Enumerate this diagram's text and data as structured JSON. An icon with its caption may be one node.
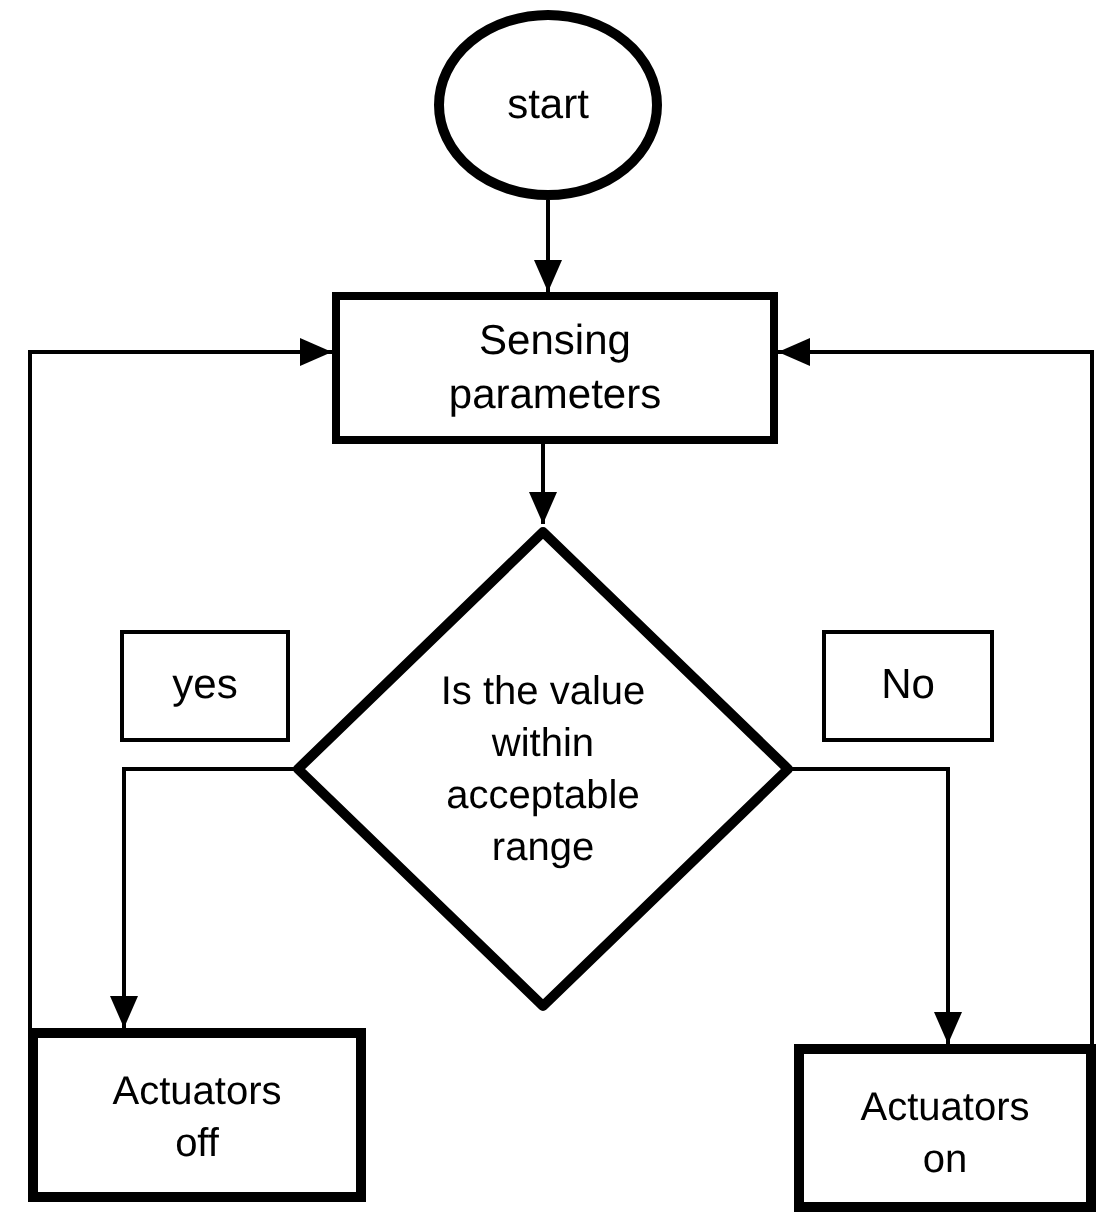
{
  "diagram": {
    "nodes": [
      {
        "text": [
          "start"
        ]
      },
      {
        "text": [
          "Sensing parameters"
        ]
      },
      {
        "text": [
          "yes"
        ]
      },
      {
        "text": [
          "Is the value within acceptable range"
        ]
      },
      {
        "text": [
          "No"
        ]
      },
      {
        "text": [
          "Actuators off"
        ]
      },
      {
        "text": [
          "Actuators on"
        ]
      }
    ],
    "edges": [
      {
        "from": 0,
        "to": 1,
        "arrow": "to"
      },
      {
        "from": 1,
        "to": 3,
        "arrow": "to"
      },
      {
        "from": 3,
        "to": 5,
        "arrow": "to"
      },
      {
        "from": 3,
        "to": 6,
        "arrow": "to"
      },
      {
        "from": 5,
        "to": 1,
        "arrow": "to"
      },
      {
        "from": 6,
        "to": 1,
        "arrow": "to"
      }
    ]
  }
}
